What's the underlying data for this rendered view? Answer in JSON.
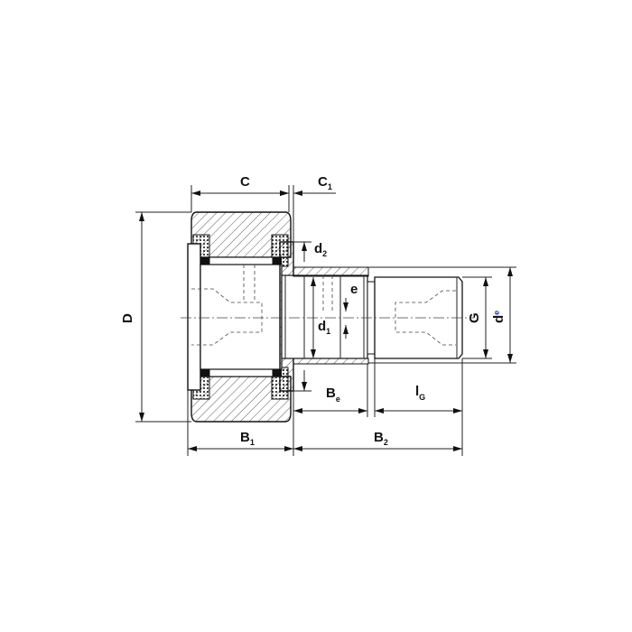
{
  "title": "Cam follower (stud type track roller) dimension drawing",
  "labels": {
    "C": {
      "main": "C",
      "sub": ""
    },
    "C1": {
      "main": "C",
      "sub": "1"
    },
    "d2": {
      "main": "d",
      "sub": "2"
    },
    "D": {
      "main": "D",
      "sub": ""
    },
    "e": {
      "main": "e",
      "sub": ""
    },
    "d1": {
      "main": "d",
      "sub": "1"
    },
    "G": {
      "main": "G",
      "sub": ""
    },
    "de": {
      "main": "d",
      "sub": "e"
    },
    "Be": {
      "main": "B",
      "sub": "e"
    },
    "lG": {
      "main": "l",
      "sub": "G"
    },
    "B1": {
      "main": "B",
      "sub": "1"
    },
    "B2": {
      "main": "B",
      "sub": "2"
    }
  },
  "colors": {
    "line": "#222222",
    "subscript_accent": "#1a3fa0"
  }
}
